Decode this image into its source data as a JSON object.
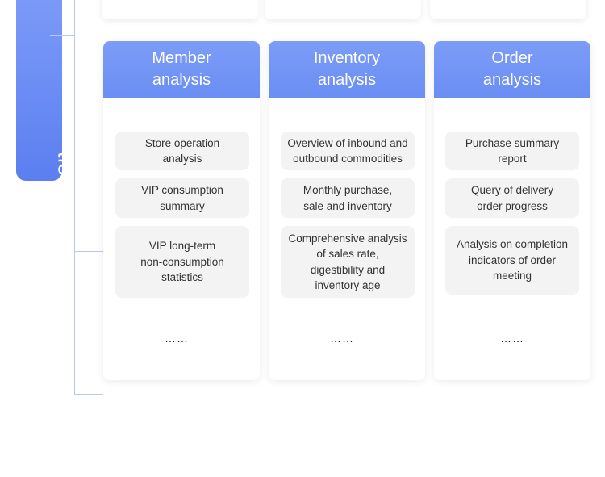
{
  "side_label": "tion statement",
  "panels": [
    {
      "title_line1": "Member",
      "title_line2": "analysis",
      "items": [
        [
          "Store operation",
          "analysis"
        ],
        [
          "VIP consumption",
          "summary"
        ],
        [
          "VIP long-term",
          "non-consumption",
          "statistics"
        ]
      ],
      "ellipsis": "……"
    },
    {
      "title_line1": "Inventory",
      "title_line2": "analysis",
      "items": [
        [
          "Overview of inbound and",
          "outbound commodities"
        ],
        [
          "Monthly purchase,",
          "sale and inventory"
        ],
        [
          "Comprehensive analysis",
          "of sales rate,",
          "digestibility and",
          "inventory age"
        ]
      ],
      "ellipsis": "……"
    },
    {
      "title_line1": "Order",
      "title_line2": "analysis",
      "items": [
        [
          "Purchase summary",
          "report"
        ],
        [
          "Query of delivery",
          "order progress"
        ],
        [
          "Analysis on completion",
          "indicators of order",
          "meeting"
        ]
      ],
      "ellipsis": "……"
    }
  ]
}
